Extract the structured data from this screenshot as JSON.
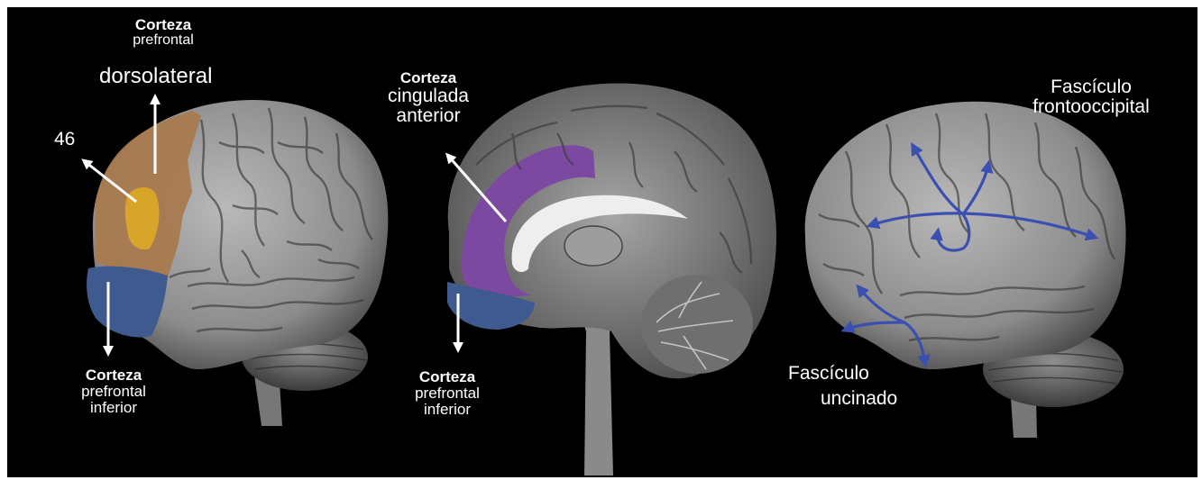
{
  "colors": {
    "background": "#000000",
    "dorsolateral_region": "#a87a4e",
    "area_46": "#d7a52a",
    "inferior_region": "#3e5a8e",
    "cingulate_region": "#7b4aa0",
    "fascicle_arrows": "#3a4fb0",
    "label_text": "#ffffff"
  },
  "panels": [
    {
      "view": "lateral",
      "labels": {
        "dlpfc_line1": "Corteza",
        "dlpfc_line2": "prefrontal",
        "dlpfc_line3": "dorsolateral",
        "area": "46",
        "inferior_line1": "Corteza",
        "inferior_line2": "prefrontal",
        "inferior_line3": "inferior"
      }
    },
    {
      "view": "medial",
      "labels": {
        "acc_line1": "Corteza",
        "acc_line2": "cingulada",
        "acc_line3": "anterior",
        "inferior_line1": "Corteza",
        "inferior_line2": "prefrontal",
        "inferior_line3": "inferior"
      }
    },
    {
      "view": "lateral-tracts",
      "labels": {
        "fof_line1": "Fascículo",
        "fof_line2": "frontooccipital",
        "unc_line1": "Fascículo",
        "unc_line2": "uncinado"
      }
    }
  ]
}
